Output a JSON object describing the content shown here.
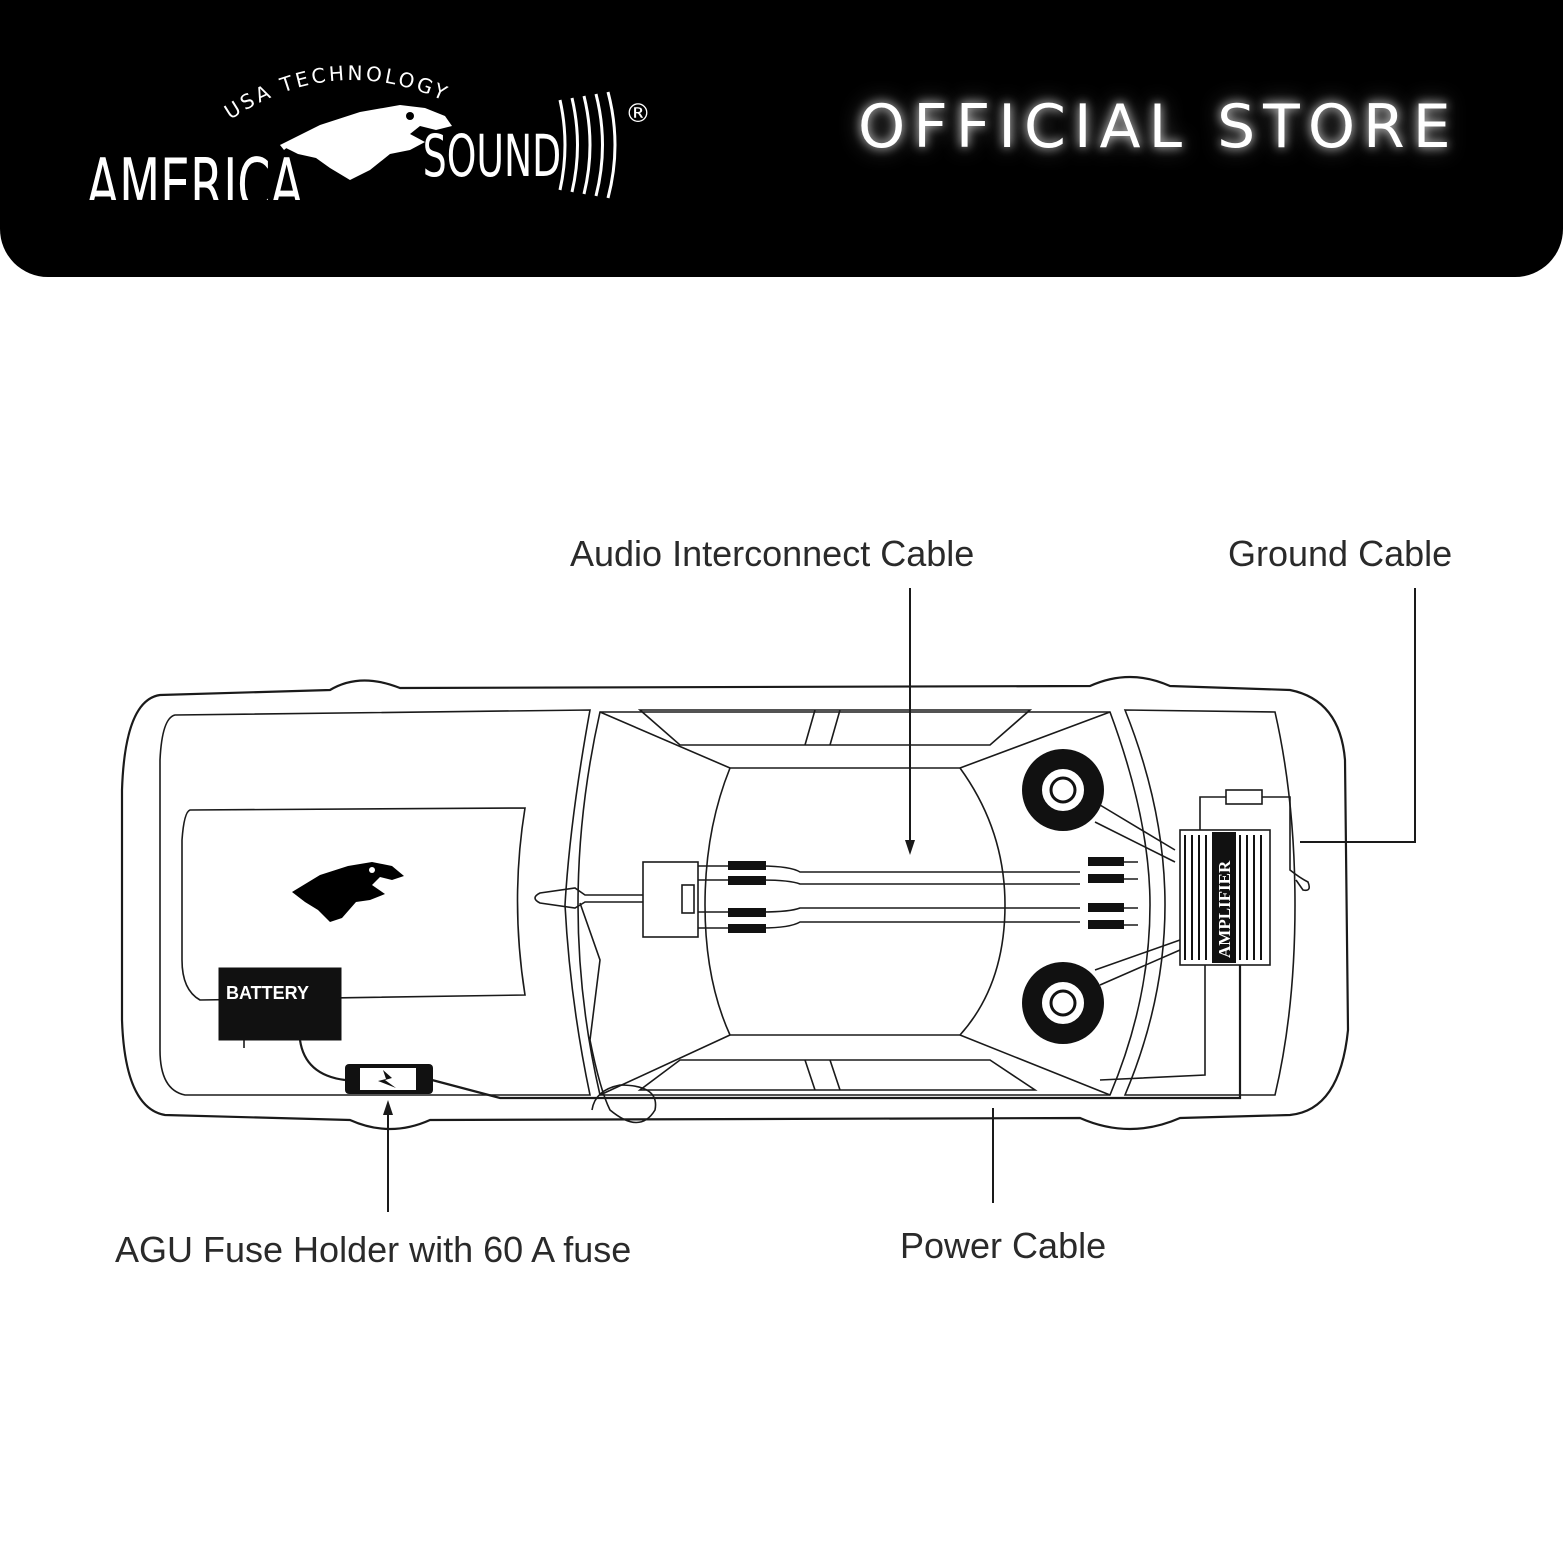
{
  "header": {
    "stray_mark": "]",
    "brand": {
      "word_left": "AMERICA",
      "word_right": "SOUND",
      "arc_text": "USA TECHNOLOGY",
      "registered": "®"
    },
    "store_title": "OFFICIAL STORE"
  },
  "diagram": {
    "callouts": {
      "audio_interconnect": "Audio Interconnect Cable",
      "ground": "Ground Cable",
      "fuse_holder": "AGU Fuse Holder with 60 A fuse",
      "power": "Power Cable"
    },
    "components": {
      "battery": "BATTERY",
      "amplifier": "AMPLIFIER"
    }
  },
  "colors": {
    "header_bg": "#000000",
    "header_text": "#ffffff",
    "line_art": "#1a1a1a",
    "label_text": "#2a2a2a"
  }
}
